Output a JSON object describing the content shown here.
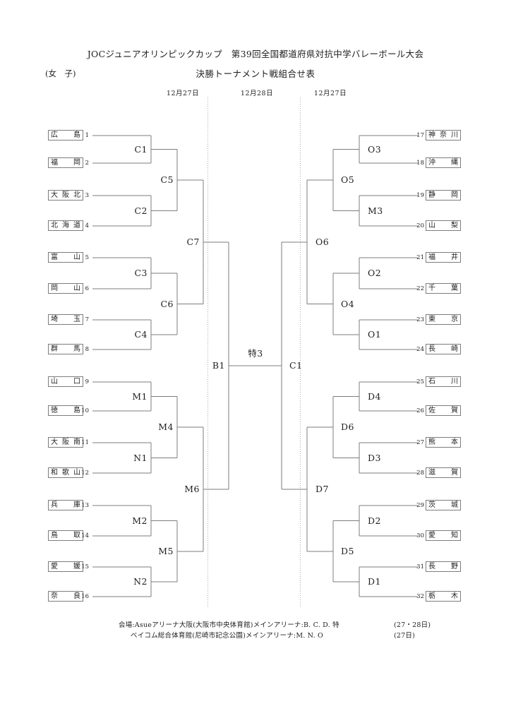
{
  "header": {
    "title": "JOCジュニアオリンピックカップ　第39回全国都道府県対抗中学バレーボール大会",
    "subtitle": "決勝トーナメント戦組合せ表",
    "category": "(女　子)",
    "dates": [
      "12月27日",
      "12月28日",
      "12月27日"
    ]
  },
  "bracket": {
    "teams_left": [
      {
        "seed": "1",
        "name": "広島"
      },
      {
        "seed": "2",
        "name": "福岡"
      },
      {
        "seed": "3",
        "name": "大阪北"
      },
      {
        "seed": "4",
        "name": "北海道"
      },
      {
        "seed": "5",
        "name": "富山"
      },
      {
        "seed": "6",
        "name": "岡山"
      },
      {
        "seed": "7",
        "name": "埼玉"
      },
      {
        "seed": "8",
        "name": "群馬"
      },
      {
        "seed": "9",
        "name": "山口"
      },
      {
        "seed": "10",
        "name": "徳島"
      },
      {
        "seed": "11",
        "name": "大阪南"
      },
      {
        "seed": "12",
        "name": "和歌山"
      },
      {
        "seed": "13",
        "name": "兵庫"
      },
      {
        "seed": "14",
        "name": "鳥取"
      },
      {
        "seed": "15",
        "name": "愛媛"
      },
      {
        "seed": "16",
        "name": "奈良"
      }
    ],
    "teams_right": [
      {
        "seed": "17",
        "name": "神奈川"
      },
      {
        "seed": "18",
        "name": "沖縄"
      },
      {
        "seed": "19",
        "name": "静岡"
      },
      {
        "seed": "20",
        "name": "山梨"
      },
      {
        "seed": "21",
        "name": "福井"
      },
      {
        "seed": "22",
        "name": "千葉"
      },
      {
        "seed": "23",
        "name": "東京"
      },
      {
        "seed": "24",
        "name": "長崎"
      },
      {
        "seed": "25",
        "name": "石川"
      },
      {
        "seed": "26",
        "name": "佐賀"
      },
      {
        "seed": "27",
        "name": "熊本"
      },
      {
        "seed": "28",
        "name": "滋賀"
      },
      {
        "seed": "29",
        "name": "茨城"
      },
      {
        "seed": "30",
        "name": "愛知"
      },
      {
        "seed": "31",
        "name": "長野"
      },
      {
        "seed": "32",
        "name": "栃木"
      }
    ],
    "rounds_left": {
      "r1": [
        "C1",
        "C2",
        "C3",
        "C4",
        "M1",
        "N1",
        "M2",
        "N2"
      ],
      "r2": [
        "C5",
        "C6",
        "M4",
        "M5"
      ],
      "r3": [
        "C7",
        "M6"
      ],
      "semi": "B1"
    },
    "rounds_right": {
      "r1": [
        "O3",
        "M3",
        "O2",
        "O1",
        "D4",
        "D3",
        "D2",
        "D1"
      ],
      "r2": [
        "O5",
        "O4",
        "D6",
        "D5"
      ],
      "r3": [
        "O6",
        "D7"
      ],
      "semi": "C1"
    },
    "final_label": "特3"
  },
  "footer": {
    "venue_line1": "会場:Asueアリーナ大阪(大阪市中央体育館)メインアリーナ:B. C. D. 特",
    "venue_line1_dates": "(27・28日)",
    "venue_line2": "ベイコム総合体育館(尼崎市記念公園)メインアリーナ:M. N. O",
    "venue_line2_dates": "(27日)"
  },
  "colors": {
    "line": "#7d7d7d",
    "dotted_line": "#a8a8a8",
    "text": "#1f1f1f"
  }
}
